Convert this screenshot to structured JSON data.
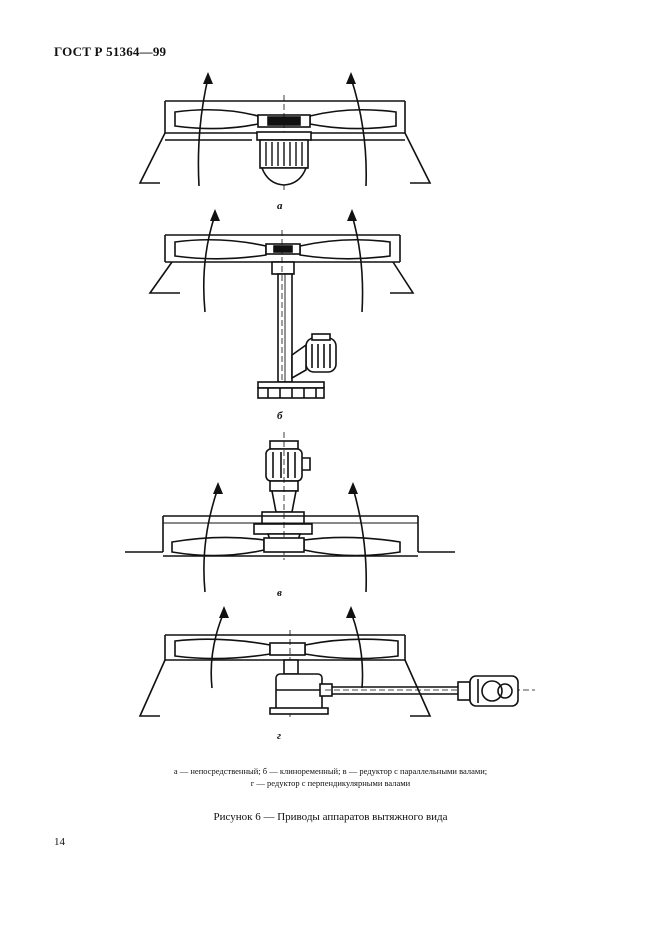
{
  "header": {
    "doc_code": "ГОСТ Р 51364—99"
  },
  "figures": [
    {
      "id": "a",
      "label": "а"
    },
    {
      "id": "b",
      "label": "б"
    },
    {
      "id": "c",
      "label": "в"
    },
    {
      "id": "d",
      "label": "г"
    }
  ],
  "caption": {
    "legend_line1": "а — непосредственный; б — клиноременный; в — редуктор с параллельными валами;",
    "legend_line2": "г — редуктор с перпендикулярными валами",
    "title": "Рисунок 6 — Приводы аппаратов вытяжного вида"
  },
  "page_number": "14"
}
